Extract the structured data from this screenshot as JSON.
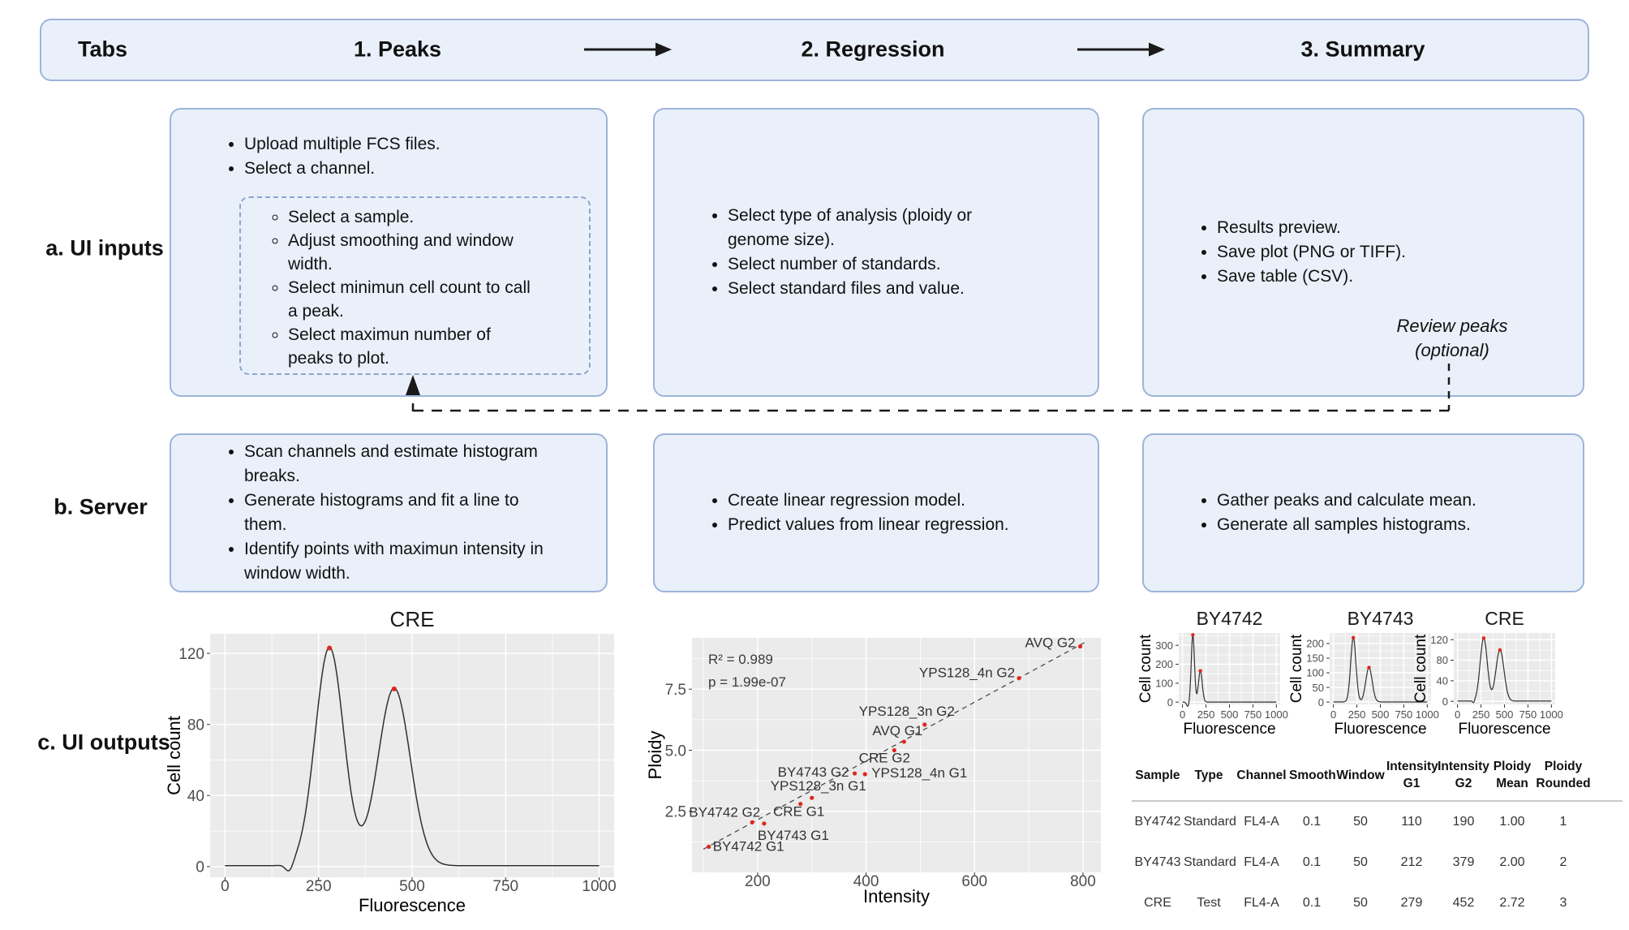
{
  "header": {
    "row_label": "Tabs",
    "steps": [
      {
        "label": "1. Peaks"
      },
      {
        "label": "2. Regression"
      },
      {
        "label": "3. Summary"
      }
    ]
  },
  "row_labels": {
    "a": "a. UI inputs",
    "b": "b. Server",
    "c": "c. UI outputs"
  },
  "ui_inputs": {
    "peaks": {
      "bullets": [
        "Upload multiple FCS files.",
        "Select a channel."
      ],
      "sub_bullets": [
        "Select a sample.",
        "Adjust smoothing and window width.",
        "Select minimun cell count to call a peak.",
        "Select maximun number of peaks to plot."
      ]
    },
    "regression": {
      "bullets": [
        "Select type of analysis (ploidy or genome size).",
        "Select number of standards.",
        "Select standard files and value."
      ]
    },
    "summary": {
      "bullets": [
        "Results preview.",
        "Save plot (PNG or TIFF).",
        "Save table (CSV)."
      ],
      "note": "Review peaks (optional)"
    }
  },
  "server": {
    "peaks": {
      "bullets": [
        "Scan channels and estimate histogram breaks.",
        "Generate histograms and fit a line to them.",
        "Identify points with maximun intensity in window width."
      ]
    },
    "regression": {
      "bullets": [
        "Create linear regression model.",
        "Predict values from linear regression."
      ]
    },
    "summary": {
      "bullets": [
        "Gather peaks and calculate mean.",
        "Generate all samples histograms."
      ]
    }
  },
  "chart_data": [
    {
      "id": "cre-large",
      "type": "line",
      "title": "CRE",
      "xlabel": "Fluorescence",
      "ylabel": "Cell count",
      "xticks": [
        0,
        250,
        500,
        750,
        1000
      ],
      "yticks": [
        0,
        40,
        80,
        120
      ],
      "xlim": [
        -40,
        1040
      ],
      "ylim": [
        -6,
        131
      ],
      "curve_x": [
        0,
        1000
      ],
      "base": 0.5,
      "peaks": [
        {
          "x": 279,
          "y": 123,
          "sigma": 38
        },
        {
          "x": 452,
          "y": 100,
          "sigma": 43
        }
      ],
      "dips": [
        {
          "x": 172,
          "y": -5,
          "sigma": 10
        }
      ],
      "marker_color": "#e1251b",
      "grid": true,
      "legend": "none"
    },
    {
      "id": "regression",
      "type": "scatter",
      "xlabel": "Intensity",
      "ylabel": "Ploidy",
      "xticks": [
        200,
        400,
        600,
        800
      ],
      "yticks": [
        2.5,
        5.0,
        7.5
      ],
      "ytick_decimals": 1,
      "xlim": [
        79,
        833
      ],
      "ylim": [
        0,
        9.6
      ],
      "annotation": [
        "R² = 0.989",
        "p = 1.99e-07"
      ],
      "fit_line": {
        "x1": 100,
        "y1": 0.95,
        "x2": 808,
        "y2": 9.47,
        "style": "dashed"
      },
      "marker_color": "#e1251b",
      "grid": true,
      "points": [
        {
          "label": "BY4742 G1",
          "x": 110,
          "y": 1.05,
          "anchor": "start",
          "dx": 5,
          "dy": 5
        },
        {
          "label": "BY4742 G2",
          "x": 190,
          "y": 2.05,
          "anchor": "end",
          "dx": 10,
          "dy": -7
        },
        {
          "label": "BY4743 G1",
          "x": 212,
          "y": 2.0,
          "anchor": "start",
          "dx": -8,
          "dy": 20
        },
        {
          "label": "CRE G1",
          "x": 279,
          "y": 2.8,
          "anchor": "middle",
          "dx": -2,
          "dy": 15
        },
        {
          "label": "YPS128_3n G1",
          "x": 300,
          "y": 3.05,
          "anchor": "middle",
          "dx": 8,
          "dy": -9
        },
        {
          "label": "BY4743 G2",
          "x": 379,
          "y": 4.05,
          "anchor": "end",
          "dx": -7,
          "dy": 4
        },
        {
          "label": "YPS128_4n G1",
          "x": 398,
          "y": 4.02,
          "anchor": "start",
          "dx": 8,
          "dy": 4
        },
        {
          "label": "CRE G2",
          "x": 452,
          "y": 5.0,
          "anchor": "middle",
          "dx": -12,
          "dy": 15
        },
        {
          "label": "AVQ G1",
          "x": 470,
          "y": 5.35,
          "anchor": "middle",
          "dx": -8,
          "dy": -8
        },
        {
          "label": "YPS128_3n G2",
          "x": 508,
          "y": 6.05,
          "anchor": "middle",
          "dx": -22,
          "dy": -11
        },
        {
          "label": "YPS128_4n G2",
          "x": 682,
          "y": 7.95,
          "anchor": "end",
          "dx": -5,
          "dy": -1
        },
        {
          "label": "AVQ G2",
          "x": 795,
          "y": 9.25,
          "anchor": "end",
          "dx": -6,
          "dy": 1
        }
      ]
    },
    {
      "id": "hist-smalls",
      "type": "line-small-multiples",
      "shared": {
        "xlabel": "Fluorescence",
        "ylabel": "Cell count",
        "xticks": [
          0,
          250,
          500,
          750,
          1000
        ],
        "xlim": [
          -40,
          1040
        ],
        "curve_x": [
          0,
          1000
        ],
        "base": 0.4,
        "marker_color": "#e1251b"
      },
      "charts": [
        {
          "title": "BY4742",
          "yticks": [
            0,
            100,
            200,
            300
          ],
          "ylim": [
            -12,
            365
          ],
          "peaks": [
            {
              "x": 110,
              "y": 355,
              "sigma": 17
            },
            {
              "x": 190,
              "y": 165,
              "sigma": 20
            }
          ],
          "dips": [
            {
              "x": 58,
              "y": -25,
              "sigma": 14
            }
          ]
        },
        {
          "title": "BY4743",
          "yticks": [
            0,
            50,
            100,
            150,
            200
          ],
          "ylim": [
            -8,
            236
          ],
          "peaks": [
            {
              "x": 212,
              "y": 220,
              "sigma": 28
            },
            {
              "x": 379,
              "y": 118,
              "sigma": 34
            }
          ],
          "dips": []
        },
        {
          "title": "CRE",
          "yticks": [
            0,
            40,
            80,
            120
          ],
          "ylim": [
            -6,
            133
          ],
          "peaks": [
            {
              "x": 279,
              "y": 123,
              "sigma": 38
            },
            {
              "x": 452,
              "y": 100,
              "sigma": 43
            }
          ],
          "dips": [
            {
              "x": 172,
              "y": -5,
              "sigma": 10
            }
          ]
        }
      ]
    }
  ],
  "table": {
    "columns": [
      "Sample",
      "Type",
      "Channel",
      "Smooth",
      "Window",
      "Intensity\nG1",
      "Intensity\nG2",
      "Ploidy\nMean",
      "Ploidy\nRounded"
    ],
    "rows": [
      [
        "BY4742",
        "Standard",
        "FL4-A",
        "0.1",
        "50",
        "110",
        "190",
        "1.00",
        "1"
      ],
      [
        "BY4743",
        "Standard",
        "FL4-A",
        "0.1",
        "50",
        "212",
        "379",
        "2.00",
        "2"
      ],
      [
        "CRE",
        "Test",
        "FL4-A",
        "0.1",
        "50",
        "279",
        "452",
        "2.72",
        "3"
      ]
    ]
  },
  "colors": {
    "box_fill": "#e9f0fa",
    "box_border": "#9db4da",
    "inner_dashed_border": "#8ca4cf",
    "panel_background": "#ebebeb",
    "peak_marker": "#e1251b",
    "connector": "#1a1a1a"
  }
}
